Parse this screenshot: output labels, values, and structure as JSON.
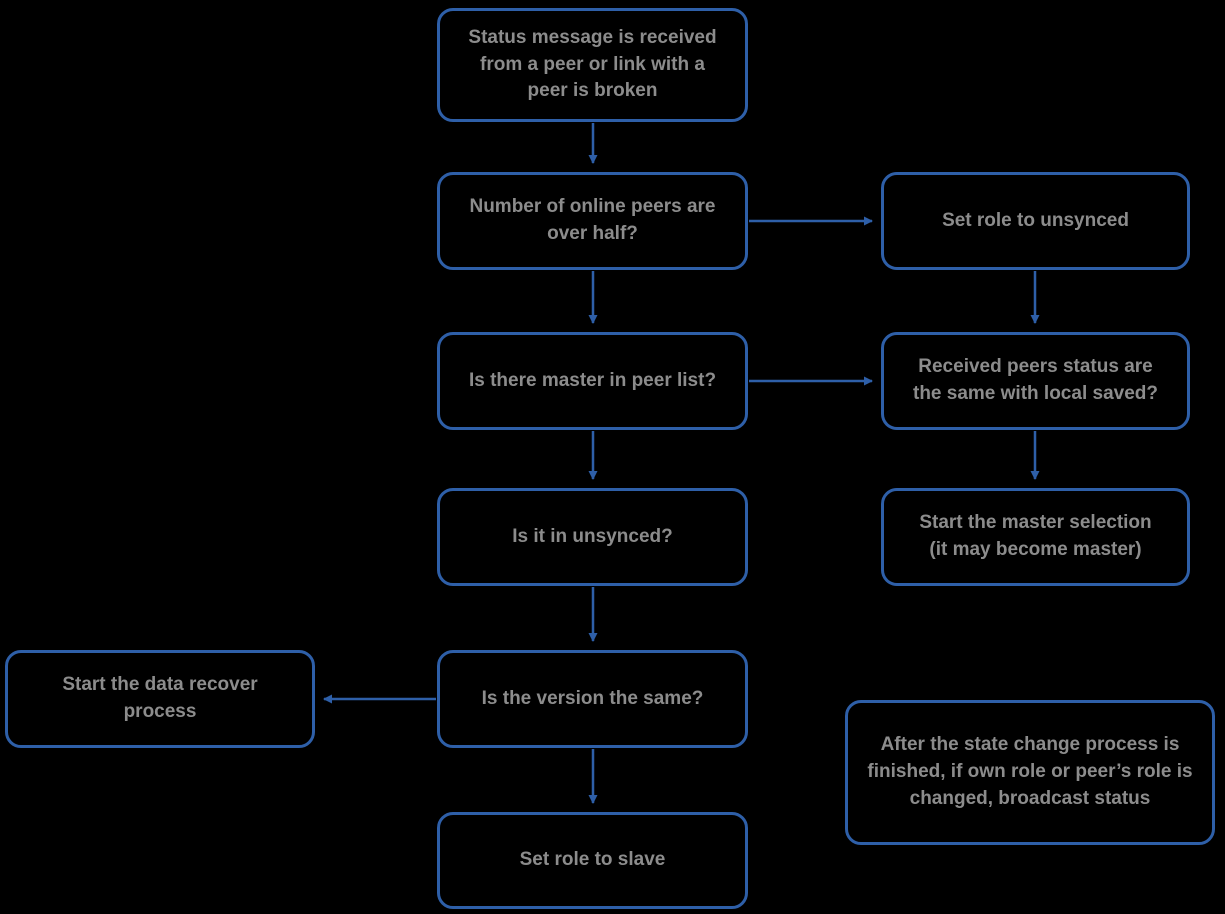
{
  "diagram": {
    "background_color": "#000000",
    "border_color": "#2e5fa8",
    "arrow_color": "#2e5fa8",
    "text_color": "#8c8c8c",
    "nodes": {
      "status_received": {
        "label": "Status message is received from a peer or link with a peer is broken"
      },
      "peers_over_half": {
        "label": "Number of online peers are over half?"
      },
      "set_role_unsynced": {
        "label": "Set role to unsynced"
      },
      "master_in_peer_list": {
        "label": "Is there master in peer list?"
      },
      "peers_status_same": {
        "label": "Received peers status are the same with local saved?"
      },
      "is_in_unsynced": {
        "label": "Is it in unsynced?"
      },
      "start_master_selection": {
        "label": "Start the master selection (it may become master)"
      },
      "start_data_recover": {
        "label": "Start the data recover process"
      },
      "is_version_same": {
        "label": "Is the version the same?"
      },
      "broadcast_note": {
        "label": "After the state change process is finished, if own role or peer’s role is changed, broadcast status"
      },
      "set_role_slave": {
        "label": "Set role to slave"
      }
    },
    "edges": [
      {
        "from": "status_received",
        "to": "peers_over_half"
      },
      {
        "from": "peers_over_half",
        "to": "set_role_unsynced"
      },
      {
        "from": "peers_over_half",
        "to": "master_in_peer_list"
      },
      {
        "from": "set_role_unsynced",
        "to": "peers_status_same"
      },
      {
        "from": "master_in_peer_list",
        "to": "peers_status_same"
      },
      {
        "from": "master_in_peer_list",
        "to": "is_in_unsynced"
      },
      {
        "from": "peers_status_same",
        "to": "start_master_selection"
      },
      {
        "from": "is_in_unsynced",
        "to": "is_version_same"
      },
      {
        "from": "is_version_same",
        "to": "start_data_recover"
      },
      {
        "from": "is_version_same",
        "to": "set_role_slave"
      }
    ]
  }
}
